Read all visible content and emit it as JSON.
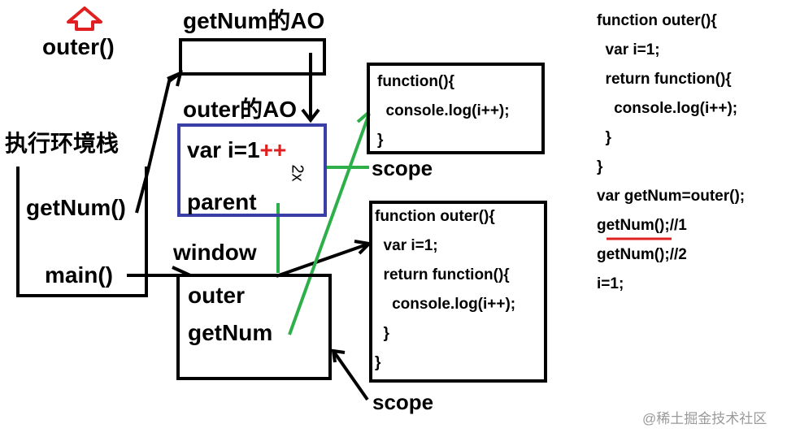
{
  "stack": {
    "title": "执行环境栈",
    "pushed": "outer()",
    "frame_top": "getNum()",
    "frame_bottom": "main()"
  },
  "getnum_ao": {
    "title": "getNum的AO"
  },
  "outer_ao": {
    "title": "outer的AO",
    "var_line": "var  i=1",
    "increment_mark": "++",
    "scribble": "2x",
    "parent": "parent"
  },
  "window": {
    "title": "window",
    "items": [
      "outer",
      "getNum"
    ]
  },
  "inner_fn_box": {
    "lines": [
      "function(){",
      "  console.log(i++);",
      "}"
    ]
  },
  "outer_fn_box": {
    "lines": [
      "function outer(){",
      "  var i=1;",
      "  return function(){",
      "    console.log(i++);",
      "  }",
      "}"
    ]
  },
  "scope_labels": [
    "scope",
    "scope"
  ],
  "source_code": {
    "lines": [
      "function outer(){",
      "  var i=1;",
      "  return function(){",
      "    console.log(i++);",
      "  }",
      "}",
      "var getNum=outer();",
      "getNum();//1",
      "getNum();//2",
      "i=1;"
    ],
    "underline_word": "getNum"
  },
  "watermark": "@稀土掘金技术社区",
  "colors": {
    "arrow_up": "#e02020",
    "ao_border": "#3a3fa8",
    "link": "#2db04a",
    "underline": "#e02020"
  }
}
